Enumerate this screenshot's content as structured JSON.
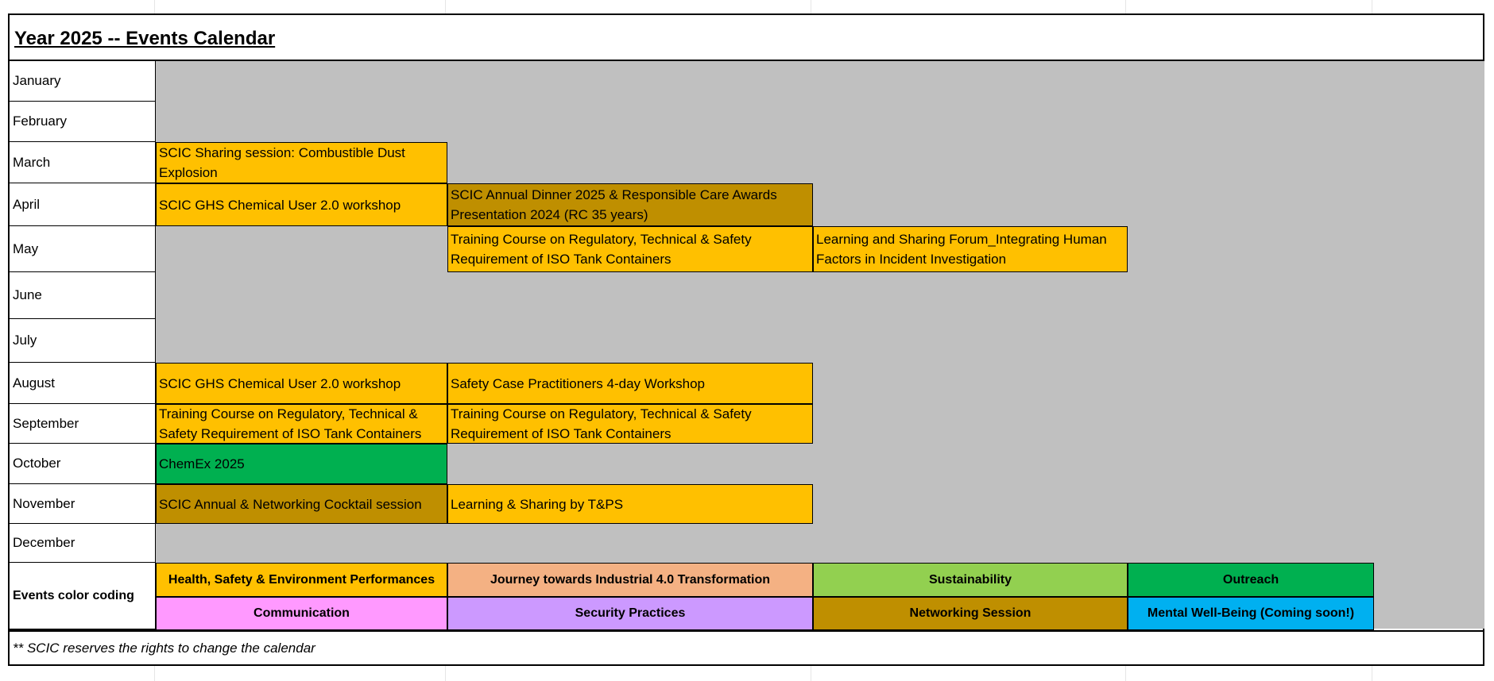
{
  "title": "Year 2025 -- Events Calendar",
  "months": [
    "January",
    "February",
    "March",
    "April",
    "May",
    "June",
    "July",
    "August",
    "September",
    "October",
    "November",
    "December"
  ],
  "events": {
    "mar_1": "SCIC Sharing session: Combustible Dust Explosion",
    "apr_1": "SCIC GHS Chemical User 2.0 workshop",
    "apr_2": "SCIC Annual Dinner 2025 & Responsible Care Awards Presentation 2024 (RC 35 years)",
    "may_2": "Training Course on Regulatory, Technical & Safety Requirement of ISO Tank Containers",
    "may_3": "Learning and Sharing Forum_Integrating Human Factors in Incident Investigation",
    "aug_1": "SCIC GHS Chemical User 2.0 workshop",
    "aug_2": "Safety Case Practitioners 4-day Workshop",
    "sep_1": "Training Course on Regulatory, Technical & Safety Requirement of ISO Tank Containers",
    "sep_2": "Training Course on Regulatory, Technical & Safety Requirement of ISO Tank Containers",
    "oct_1": "ChemEx 2025",
    "nov_1": "SCIC Annual & Networking Cocktail session",
    "nov_2": "Learning & Sharing by T&PS"
  },
  "legend": {
    "label": "Events color coding",
    "items": [
      {
        "label": "Health, Safety & Environment Performances",
        "color": "#ffc000"
      },
      {
        "label": "Journey towards Industrial 4.0 Transformation",
        "color": "#f4b183"
      },
      {
        "label": "Sustainability",
        "color": "#92d050"
      },
      {
        "label": "Outreach",
        "color": "#00b050"
      },
      {
        "label": "Communication",
        "color": "#ff99ff"
      },
      {
        "label": "Security Practices",
        "color": "#cc99ff"
      },
      {
        "label": "Networking Session",
        "color": "#bf8f00"
      },
      {
        "label": "Mental Well-Being (Coming soon!)",
        "color": "#00b0f0"
      }
    ]
  },
  "note": "** SCIC reserves the rights to change the calendar"
}
